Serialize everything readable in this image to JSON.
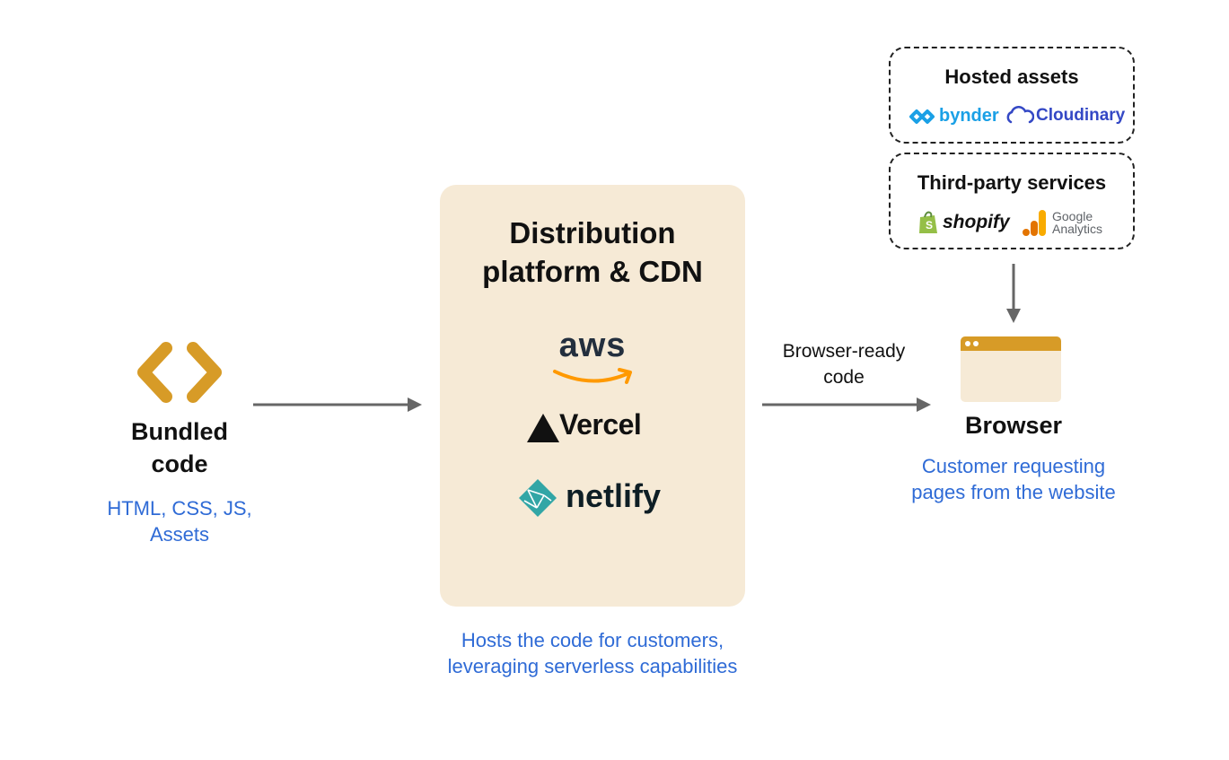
{
  "bundled": {
    "title_line1": "Bundled",
    "title_line2": "code",
    "desc_line1": "HTML, CSS, JS,",
    "desc_line2": "Assets",
    "icon": "code-brackets-icon",
    "icon_color": "#d79b27"
  },
  "distribution": {
    "title_line1": "Distribution",
    "title_line2": "platform & CDN",
    "logos": {
      "aws": "aws",
      "vercel": "Vercel",
      "netlify": "netlify"
    },
    "desc_line1": "Hosts the code for customers,",
    "desc_line2": "leveraging serverless capabilities",
    "box_color": "#f6ead6"
  },
  "arrow_label": {
    "line1": "Browser-ready",
    "line2": "code"
  },
  "browser": {
    "title": "Browser",
    "desc_line1": "Customer requesting",
    "desc_line2": "pages from the website",
    "icon": "browser-window-icon"
  },
  "hosted_assets": {
    "title": "Hosted assets",
    "logos": {
      "bynder": "bynder",
      "cloudinary": "Cloudinary"
    }
  },
  "third_party": {
    "title": "Third-party services",
    "logos": {
      "shopify": "shopify",
      "ga_line1": "Google",
      "ga_line2": "Analytics"
    }
  },
  "colors": {
    "accent_blue": "#2f6bd6",
    "arrow_gray": "#666666"
  }
}
